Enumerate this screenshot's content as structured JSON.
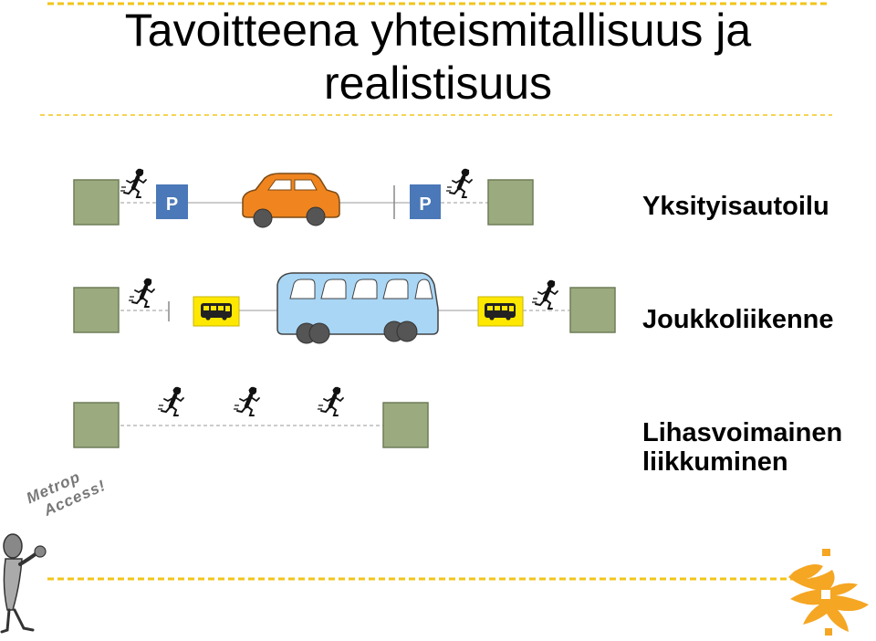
{
  "slide": {
    "title_line1": "Tavoitteena yhteismitallisuus ja",
    "title_line2": "realistisuus"
  },
  "rows": {
    "car": {
      "label": "Yksityisautoilu",
      "parking_sign_left": "P",
      "parking_sign_right": "P"
    },
    "transit": {
      "label": "Joukkoliikenne"
    },
    "walk": {
      "label_line1": "Lihasvoimainen",
      "label_line2": "liikkuminen"
    }
  },
  "mascot": {
    "line1": "Metrop",
    "line2": "Access!"
  },
  "colors": {
    "node_fill": "#9bab7f",
    "node_stroke": "#6f7d58",
    "car": "#f0841e",
    "bus": "#a9d6f5",
    "bus_stop": "#ffe800",
    "parking": "#4a78b8",
    "dash_yellow": "#f2c51a",
    "flame": "#f5a623"
  }
}
